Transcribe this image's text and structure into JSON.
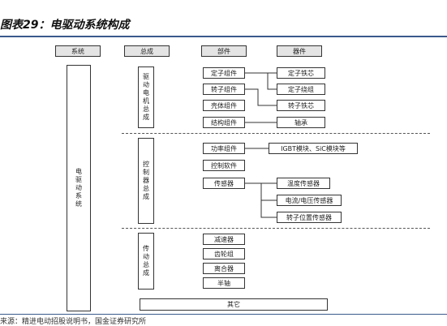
{
  "title": "图表29：电驱动系统构成",
  "source": "来源：精进电动招股说明书，国金证券研究所",
  "headers": {
    "system": "系统",
    "assembly": "总成",
    "parts": "部件",
    "device": "器件"
  },
  "system_label": "电驱动系统",
  "groups": [
    {
      "name": "驱动电机总成",
      "parts": [
        "定子组件",
        "转子组件",
        "壳体组件",
        "结构组件"
      ],
      "devices": [
        "定子铁芯",
        "定子绕组",
        "转子铁芯",
        "轴承"
      ]
    },
    {
      "name": "控制器总成",
      "parts": [
        "功率组件",
        "控制软件",
        "传感器"
      ],
      "devices": [
        "IGBT模块、SiC模块等",
        "温度传感器",
        "电流/电压传感器",
        "转子位置传感器"
      ]
    },
    {
      "name": "传动总成",
      "parts": [
        "减速器",
        "齿轮组",
        "离合器",
        "半轴"
      ]
    }
  ],
  "other": "其它"
}
